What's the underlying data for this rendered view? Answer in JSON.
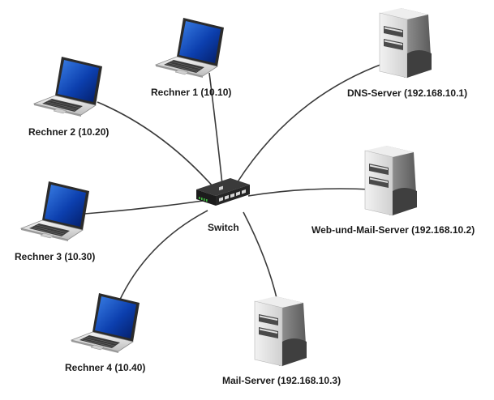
{
  "diagram": {
    "switch": {
      "label": "Switch",
      "icon": "network-switch-icon"
    },
    "laptops": [
      {
        "label": "Rechner 1 (10.10)",
        "icon": "laptop-icon"
      },
      {
        "label": "Rechner 2 (10.20)",
        "icon": "laptop-icon"
      },
      {
        "label": "Rechner 3 (10.30)",
        "icon": "laptop-icon"
      },
      {
        "label": "Rechner 4 (10.40)",
        "icon": "laptop-icon"
      }
    ],
    "servers": [
      {
        "label": "DNS-Server (192.168.10.1)",
        "icon": "server-tower-icon"
      },
      {
        "label": "Web-und-Mail-Server (192.168.10.2)",
        "icon": "server-tower-icon"
      },
      {
        "label": "Mail-Server (192.168.10.3)",
        "icon": "server-tower-icon"
      }
    ],
    "colors": {
      "line": "#3a3a3a",
      "screen": "#0a3fa8",
      "server_body": "#d9d9d9",
      "server_dark": "#555555",
      "switch_body": "#1f1f1f",
      "switch_led": "#40c040"
    }
  }
}
